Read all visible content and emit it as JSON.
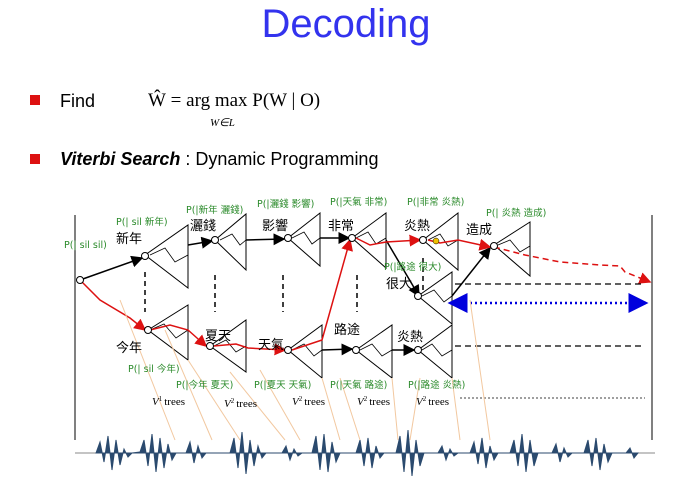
{
  "title": "Decoding",
  "bullets": {
    "find_label": "Find",
    "formula": {
      "main": "Ŵ = arg max P(W | O)",
      "under": "W∈L"
    },
    "viterbi_bold": "Viterbi Search",
    "viterbi_rest": ": Dynamic Programming"
  },
  "colors": {
    "title": "#3333ee",
    "bullet": "#dd1111",
    "best_path": "#dd1111",
    "arrow": "#000000",
    "prob_label": "#2a8a2a",
    "blue_arrow": "#0000dd",
    "waveform": "#2b4a6e"
  },
  "diagram": {
    "probs": {
      "p1": "P(| sil sil)",
      "p2": "P(| sil 新年)",
      "p3": "P(|新年 灑錢)",
      "p4": "P(|灑錢 影響)",
      "p5": "P(|天氣 非常)",
      "p6": "P(|非常 炎熱)",
      "p7": "P(| 炎熱 造成)",
      "p8": "P(|路途 很大)",
      "p9": "P(| sil 今年)",
      "p10": "P(|今年 夏天)",
      "p11": "P(|夏天 天氣)",
      "p12": "P(|天氣 路途)",
      "p13": "P(|路途 炎熱)"
    },
    "words": {
      "w1": "新年",
      "w2": "灑錢",
      "w3": "影響",
      "w4": "非常",
      "w5": "炎熱",
      "w6": "造成",
      "w7": "很大",
      "w8": "今年",
      "w9": "夏天",
      "w10": "天氣",
      "w11": "路途",
      "w12": "炎熱"
    },
    "tree_label": "trees",
    "tree_sups": [
      "1",
      "2",
      "2",
      "2",
      "2"
    ]
  }
}
